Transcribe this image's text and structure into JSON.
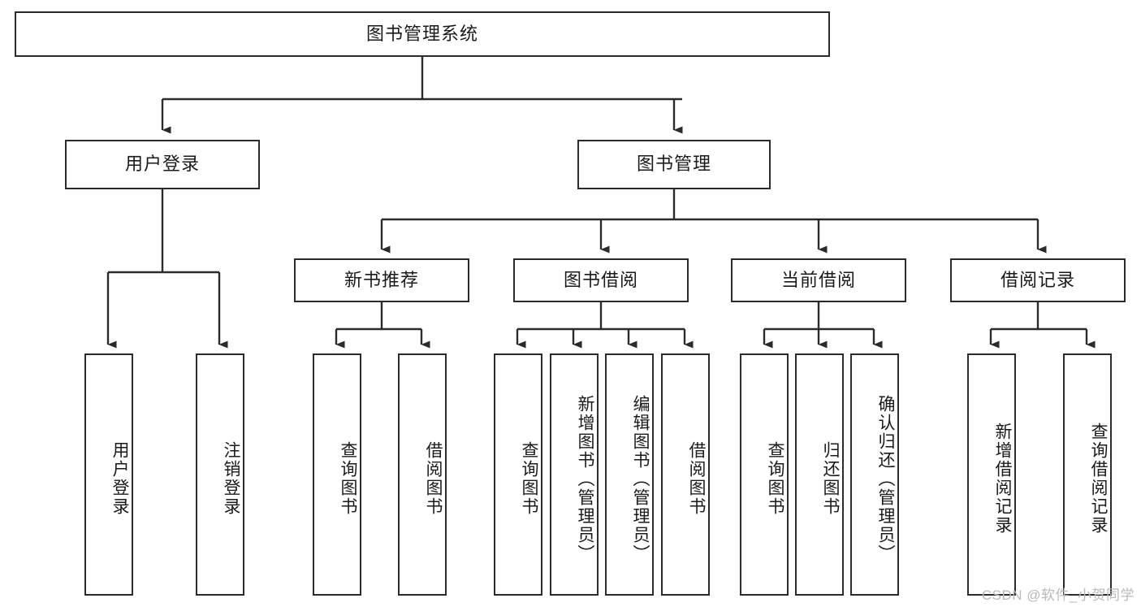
{
  "diagram": {
    "type": "tree-hierarchy-chart",
    "title": "图书管理系统",
    "watermark": "CSDN @软件_小贺同学",
    "colors": {
      "box_border": "#2b2b2b",
      "box_fill": "#ffffff",
      "connector": "#2b2b2b",
      "text": "#1a1a1a",
      "watermark": "#b9b9b9"
    },
    "root": {
      "label": "图书管理系统"
    },
    "level2": [
      {
        "label": "用户登录"
      },
      {
        "label": "图书管理"
      }
    ],
    "level3": [
      {
        "label": "新书推荐"
      },
      {
        "label": "图书借阅"
      },
      {
        "label": "当前借阅"
      },
      {
        "label": "借阅记录"
      }
    ],
    "leaves": {
      "user_login": [
        {
          "label": "用户登录"
        },
        {
          "label": "注销登录"
        }
      ],
      "new_book_recommend": [
        {
          "label": "查询图书"
        },
        {
          "label": "借阅图书"
        }
      ],
      "book_borrow": [
        {
          "label": "查询图书"
        },
        {
          "label": "新增图书（管理员）"
        },
        {
          "label": "编辑图书（管理员）"
        },
        {
          "label": "借阅图书"
        }
      ],
      "current_borrow": [
        {
          "label": "查询图书"
        },
        {
          "label": "归还图书"
        },
        {
          "label": "确认归还（管理员）"
        }
      ],
      "borrow_record": [
        {
          "label": "新增借阅记录"
        },
        {
          "label": "查询借阅记录"
        }
      ]
    }
  }
}
